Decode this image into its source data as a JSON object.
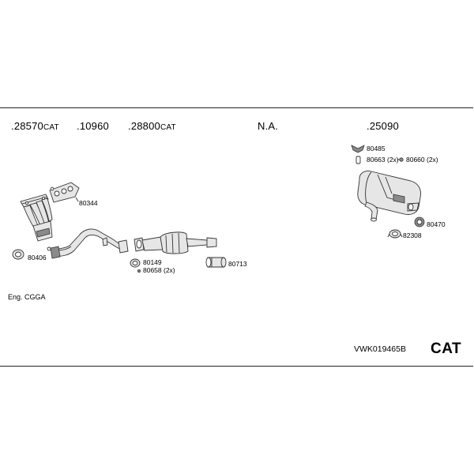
{
  "headers": [
    {
      "dot": ".",
      "number": "28570",
      "suffix": "CAT"
    },
    {
      "dot": ".",
      "number": "10960",
      "suffix": ""
    },
    {
      "dot": ".",
      "number": "28800",
      "suffix": "CAT"
    },
    {
      "dot": "",
      "number": "N.A.",
      "suffix": ""
    },
    {
      "dot": ".",
      "number": "25090",
      "suffix": ""
    }
  ],
  "parts": {
    "p80344": "80344",
    "p80406": "80406",
    "p80149": "80149",
    "p80658": "80658 (2x)",
    "p80713": "80713",
    "p80485": "80485",
    "p80663": "80663 (2x)",
    "p80660": "80660 (2x)",
    "p80470": "80470",
    "p82308": "82308"
  },
  "engine": "Eng. CGGA",
  "reference": "VWK019465B",
  "badge": "CAT"
}
